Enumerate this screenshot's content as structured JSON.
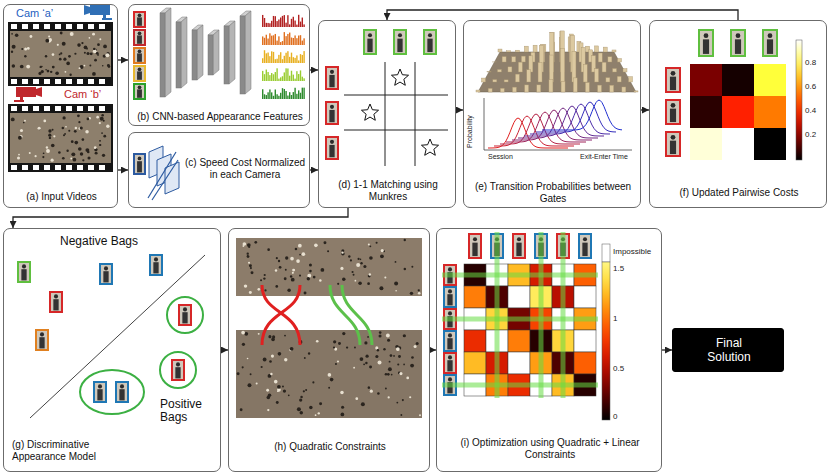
{
  "diagram": {
    "nodes": [
      {
        "text": [
          "(a) Input Videos"
        ]
      },
      {
        "text": [
          "(b) CNN-based Appearance Features"
        ]
      },
      {
        "text": [
          "(c) Speed Cost Normalized in each Camera"
        ]
      },
      {
        "text": [
          "(d) 1-1 Matching using Munkres"
        ]
      },
      {
        "text": [
          "(e) Transition Probabilities between Gates"
        ]
      },
      {
        "text": [
          "(f) Updated Pairwise Costs"
        ]
      },
      {
        "text": [
          "(g) Discriminative Appearance Model"
        ]
      },
      {
        "text": [
          "(h) Quadratic Constraints"
        ]
      },
      {
        "text": [
          "(i) Optimization using Quadratic + Linear Constraints"
        ]
      },
      {
        "text": [
          "Final Solution"
        ]
      }
    ],
    "edges": [
      {
        "from": 0,
        "to": 1,
        "arrow": "to"
      },
      {
        "from": 0,
        "to": 2,
        "arrow": "to"
      },
      {
        "from": 1,
        "to": 3,
        "arrow": "to"
      },
      {
        "from": 2,
        "to": 3,
        "arrow": "to"
      },
      {
        "from": 3,
        "to": 4,
        "arrow": "to"
      },
      {
        "from": 4,
        "to": 5,
        "arrow": "to"
      },
      {
        "from": 5,
        "to": 3,
        "arrow": "to"
      },
      {
        "from": 3,
        "to": 6,
        "arrow": "to"
      },
      {
        "from": 6,
        "to": 7,
        "arrow": "to"
      },
      {
        "from": 7,
        "to": 8,
        "arrow": "to"
      },
      {
        "from": 8,
        "to": 9,
        "arrow": "to"
      }
    ],
    "labels": [
      "Cam ‘a’",
      "Cam ‘b’",
      "Negative Bags",
      "Positive Bags",
      "Probability",
      "Session",
      "Exit-Enter Time",
      "0.2",
      "0.4",
      "0.6",
      "0.8",
      "Impossible",
      "1.5",
      "1",
      "0.5",
      "0"
    ]
  }
}
